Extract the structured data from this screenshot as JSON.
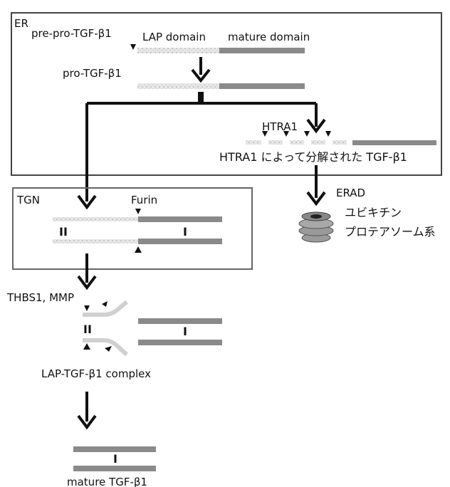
{
  "er": {
    "label": "ER",
    "pre_pro": "pre-pro-TGF-β1",
    "lap_domain": "LAP domain",
    "mature_domain": "mature domain",
    "pro": "pro-TGF-β1",
    "htra1": "HTRA1",
    "degraded": "HTRA1 によって分解された TGF-β1"
  },
  "erad": {
    "label": "ERAD",
    "proteasome_line1": "ユビキチン",
    "proteasome_line2": "プロテアソーム系"
  },
  "tgn": {
    "label": "TGN",
    "furin": "Furin",
    "roman_2": "II",
    "roman_1": "I"
  },
  "extracellular": {
    "thbs": "THBS1, MMP",
    "roman_2": "II",
    "roman_1": "I",
    "complex": "LAP-TGF-β1 complex"
  },
  "mature": {
    "roman_1": "I",
    "label": "mature TGF-β1"
  },
  "colors": {
    "lap": "#d8d8d8",
    "mature": "#8a8a8a",
    "line": "#111111",
    "box": "#555555"
  }
}
